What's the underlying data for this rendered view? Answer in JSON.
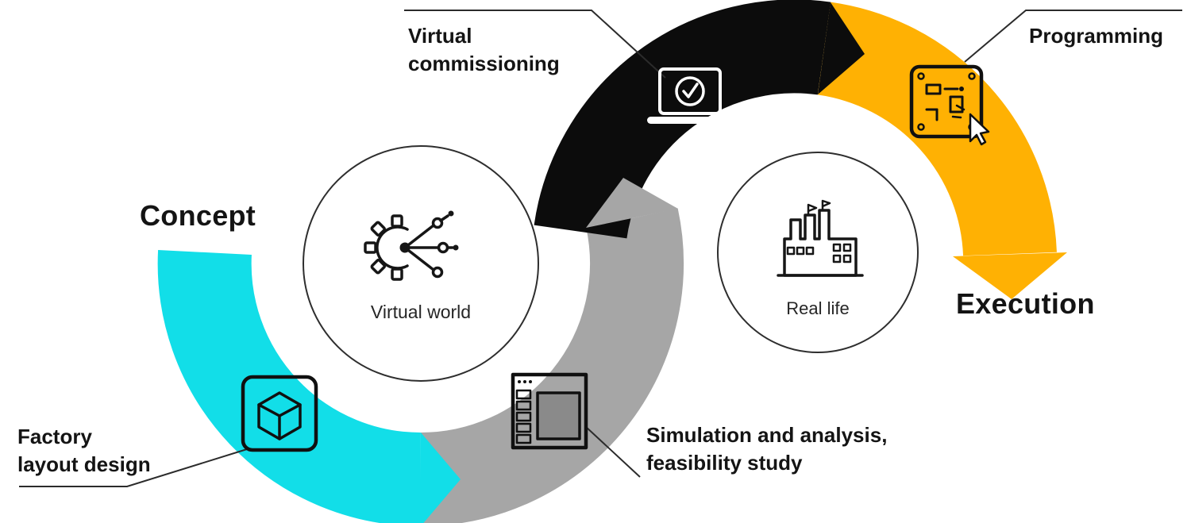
{
  "page": {
    "background": "#ffffff"
  },
  "colors": {
    "concept_segment": "#12dee8",
    "simulation_segment": "#a6a6a6",
    "commissioning_segment": "#0c0c0c",
    "programming_segment": "#ffb103",
    "callout_line": "#2b2b2b",
    "text": "#141414"
  },
  "phases": {
    "concept": "Concept",
    "execution": "Execution"
  },
  "hubs": {
    "virtual_world": {
      "label": "Virtual world",
      "icon": "gear-network-icon"
    },
    "real_life": {
      "label": "Real life",
      "icon": "factory-icon"
    }
  },
  "steps": {
    "factory_layout": {
      "line1": "Factory",
      "line2": "layout design",
      "icon": "cube-3d-viewport-icon"
    },
    "simulation": {
      "line1": "Simulation and analysis,",
      "line2": "feasibility study",
      "icon": "browser-panels-icon"
    },
    "virtual_commissioning": {
      "line1": "Virtual",
      "line2": "commissioning",
      "icon": "laptop-checkmark-icon"
    },
    "programming": {
      "line1": "Programming",
      "icon": "circuit-board-cursor-icon"
    }
  }
}
